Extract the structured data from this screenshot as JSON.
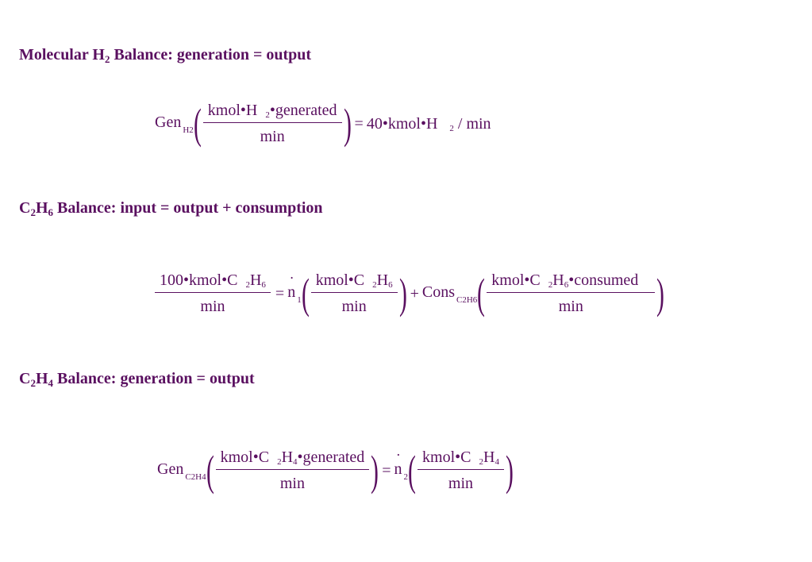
{
  "section1": {
    "heading_pre": "Molecular H",
    "heading_sub": "2",
    "heading_post": " Balance: generation = output",
    "eq": {
      "gen": "Gen",
      "gen_sub": "H",
      "gen_sub2": "2",
      "num_a": "kmol•H",
      "num_sub": "2",
      "num_b": "•generated",
      "den": "min",
      "eq_sign": "=",
      "rhs_a": "40•kmol•H",
      "rhs_sub": "2",
      "rhs_b": "/ min"
    }
  },
  "section2": {
    "heading_pre": "C",
    "heading_sub1": "2",
    "heading_mid": "H",
    "heading_sub2": "6",
    "heading_post": " Balance: input = output + consumption",
    "eq": {
      "lhs_num_a": "100•kmol•C",
      "lhs_sub1": "2",
      "lhs_num_b": "H",
      "lhs_sub2": "6",
      "lhs_den": "min",
      "eq_sign": "=",
      "n": "n",
      "n_sub": "1",
      "mid_num_a": "kmol•C",
      "mid_sub1": "2",
      "mid_num_b": "H",
      "mid_sub2": "6",
      "mid_den": "min",
      "plus": "+",
      "cons": "Cons",
      "cons_sub": "C",
      "cons_sub1": "2",
      "cons_sub_h": "H",
      "cons_sub2": "6",
      "r_num_a": "kmol•C",
      "r_sub1": "2",
      "r_num_b": "H",
      "r_sub2": "6",
      "r_num_c": "•consumed",
      "r_den": "min"
    }
  },
  "section3": {
    "heading_pre": "C",
    "heading_sub1": "2",
    "heading_mid": "H",
    "heading_sub2": "4",
    "heading_post": " Balance: generation = output",
    "eq": {
      "gen": "Gen",
      "gen_sub": "C",
      "gen_sub1": "2",
      "gen_sub_h": "H",
      "gen_sub2": "4",
      "l_num_a": "kmol•C",
      "l_sub1": "2",
      "l_num_b": "H",
      "l_sub2": "4",
      "l_num_c": "•generated",
      "l_den": "min",
      "eq_sign": "=",
      "n": "n",
      "n_sub": "2",
      "r_num_a": "kmol•C",
      "r_sub1": "2",
      "r_num_b": "H",
      "r_sub2": "4",
      "r_den": "min"
    }
  },
  "colors": {
    "text": "#5a1060",
    "background": "#ffffff"
  }
}
